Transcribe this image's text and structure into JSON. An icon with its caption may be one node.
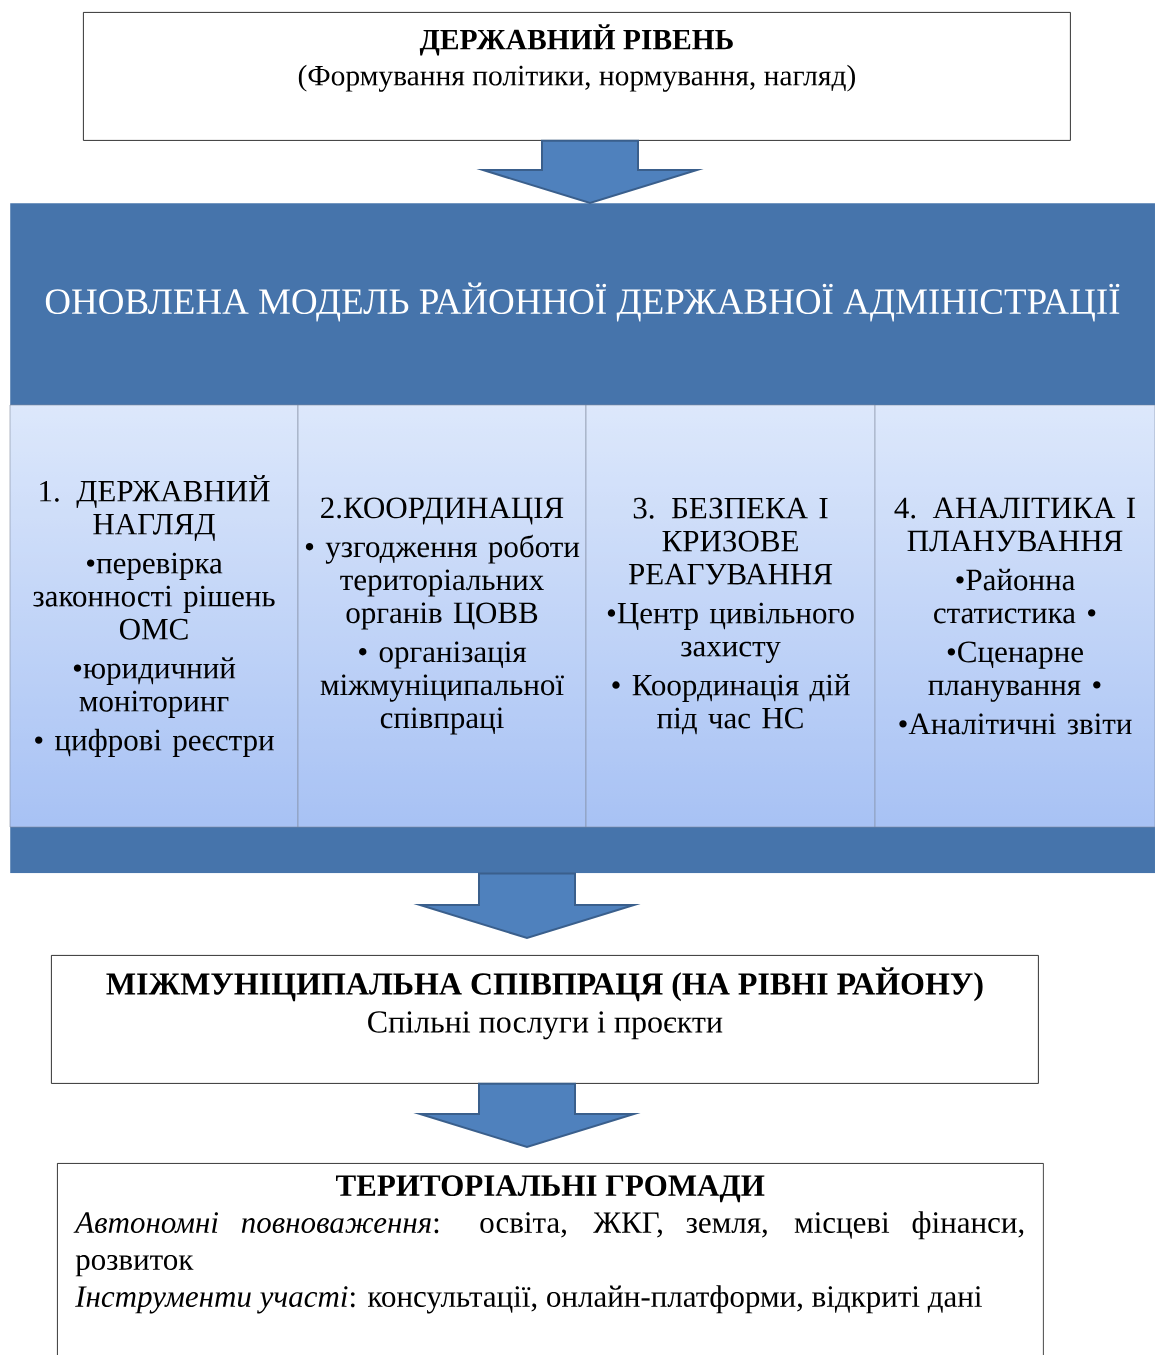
{
  "diagram": {
    "nodes": [
      {
        "text": [
          "ДЕРЖАВНИЙ РІВЕНЬ",
          "(Формування політики, нормування, нагляд)"
        ]
      },
      {
        "text": [
          "ОНОВЛЕНА МОДЕЛЬ РАЙОННОЇ ДЕРЖАВНОЇ АДМІНІСТРАЦІЇ"
        ]
      },
      {
        "text": [
          "1. ДЕРЖАВНИЙ НАГЛЯД",
          "•перевірка законності рішень ОМС",
          "•юридичний моніторинг",
          "• цифрові реєстри"
        ],
        "in": 1
      },
      {
        "text": [
          "2.КООРДИНАЦІЯ",
          "• узгодження роботи територіальних органів ЦОВВ",
          "• організація міжмуніципальної співпраці"
        ],
        "in": 1
      },
      {
        "text": [
          "3. БЕЗПЕКА І КРИЗОВЕ РЕАГУВАННЯ",
          "•Центр цивільного захисту",
          "• Координація дій під час НС"
        ],
        "in": 1
      },
      {
        "text": [
          "4. АНАЛІТИКА І ПЛАНУВАННЯ",
          "•Районна статистика •",
          "•Сценарне планування •",
          "•Аналітичні звіти"
        ],
        "in": 1
      },
      {
        "text": [
          "МІЖМУНІЦИПАЛЬНА СПІВПРАЦЯ (НА РІВНІ РАЙОНУ)",
          "Спільні послуги і проєкти"
        ]
      },
      {
        "text": [
          "ТЕРИТОРІАЛЬНІ ГРОМАДИ",
          "*Автономні повноваження*: освіта, ЖКГ, земля, місцеві фінанси, розвиток",
          "*Інструменти участі*: консультації, онлайн-платформи, відкриті дані"
        ]
      }
    ],
    "edges": [
      {
        "from": 0,
        "to": 1,
        "arrow": "to"
      },
      {
        "from": 1,
        "to": 6,
        "arrow": "to"
      },
      {
        "from": 6,
        "to": 7,
        "arrow": "to"
      }
    ]
  }
}
